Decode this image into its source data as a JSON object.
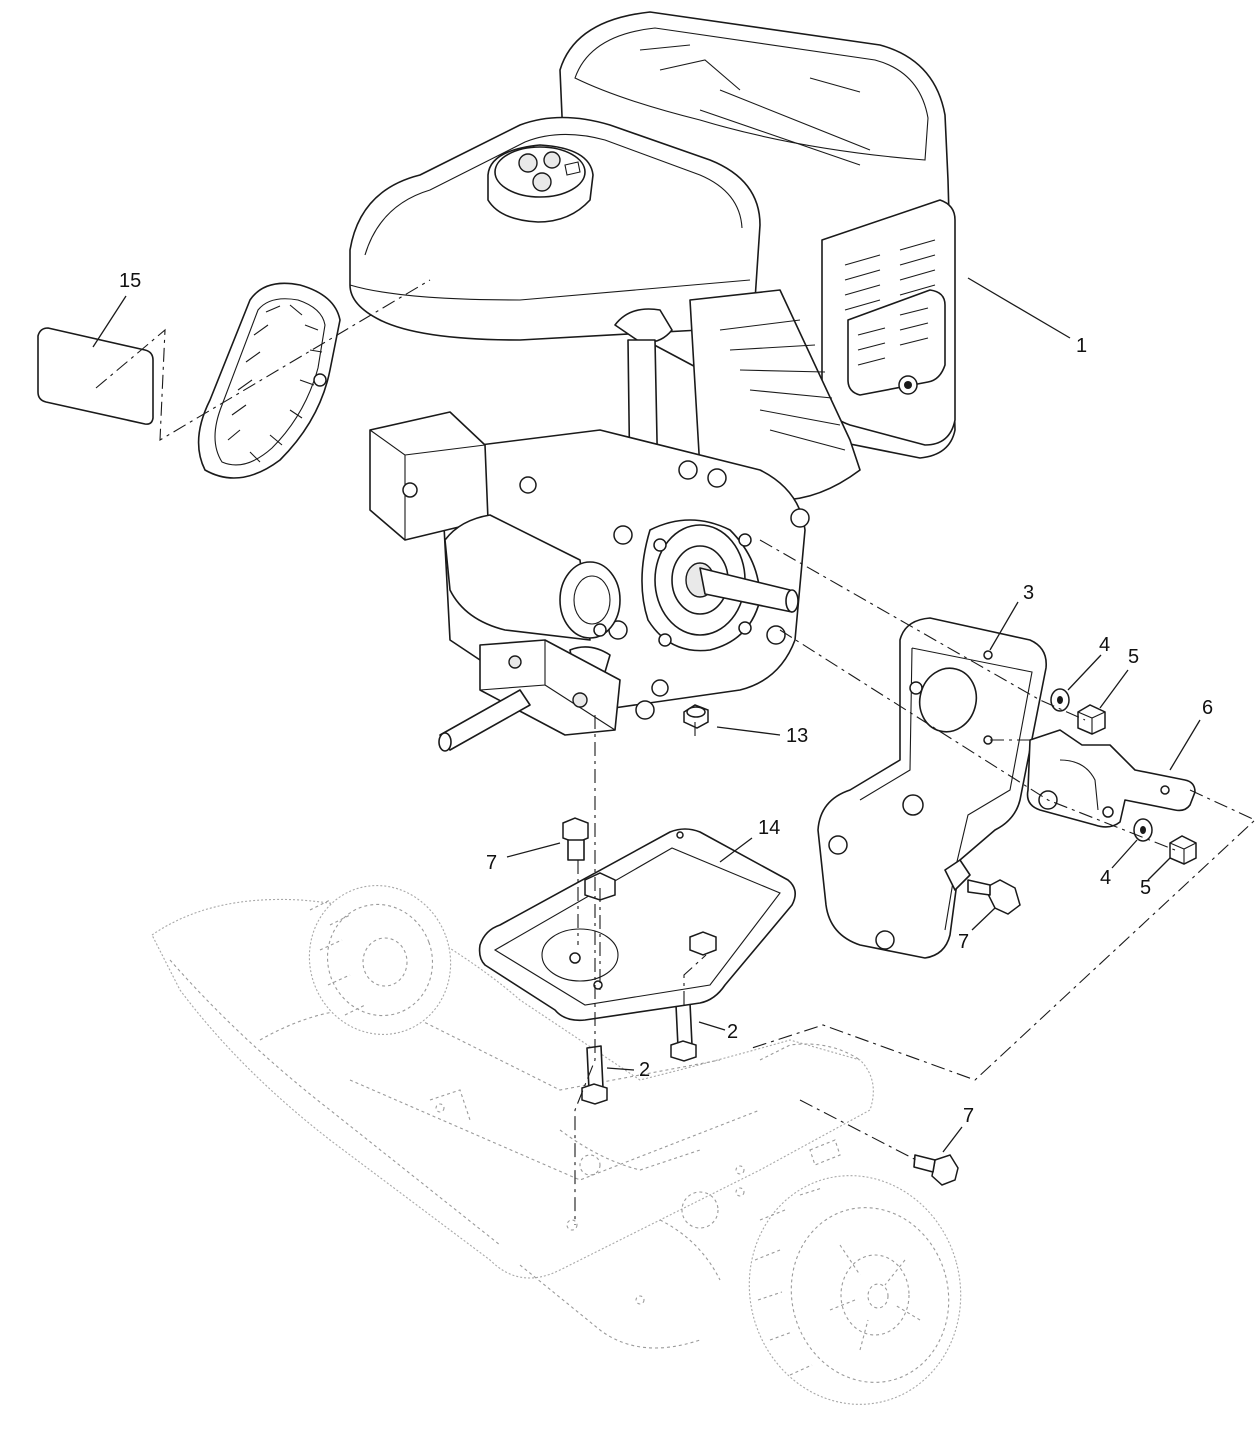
{
  "diagram": {
    "callouts": [
      {
        "id": "c15",
        "label": "15"
      },
      {
        "id": "c1",
        "label": "1"
      },
      {
        "id": "c3",
        "label": "3"
      },
      {
        "id": "c4a",
        "label": "4"
      },
      {
        "id": "c5a",
        "label": "5"
      },
      {
        "id": "c6",
        "label": "6"
      },
      {
        "id": "c13",
        "label": "13"
      },
      {
        "id": "c14",
        "label": "14"
      },
      {
        "id": "c7a",
        "label": "7"
      },
      {
        "id": "c4b",
        "label": "4"
      },
      {
        "id": "c5b",
        "label": "5"
      },
      {
        "id": "c7b",
        "label": "7"
      },
      {
        "id": "c2a",
        "label": "2"
      },
      {
        "id": "c2b",
        "label": "2"
      },
      {
        "id": "c7c",
        "label": "7"
      }
    ]
  },
  "colors": {
    "line": "#1a1a1a",
    "ghost": "#9a9a9a",
    "background": "#ffffff"
  }
}
